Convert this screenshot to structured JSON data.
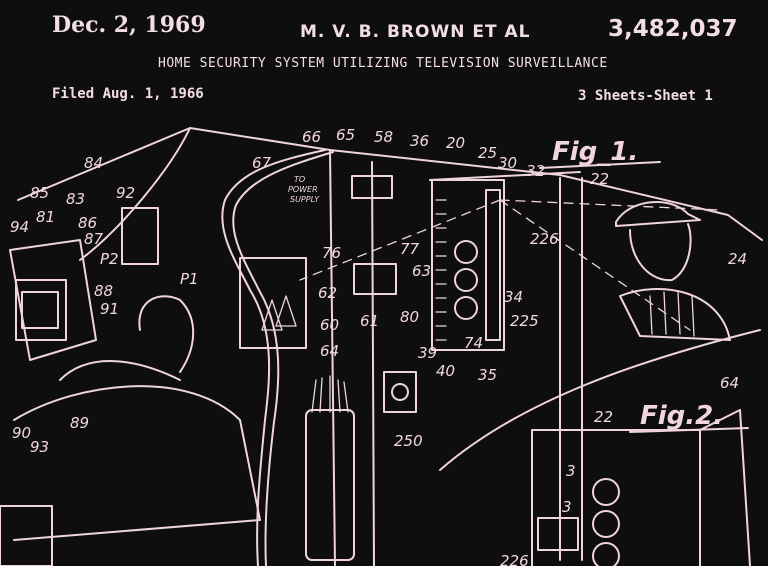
{
  "header": {
    "date": "Dec. 2, 1969",
    "inventor": "M. V. B. BROWN  ET AL",
    "patent_number": "3,482,037",
    "title": "HOME SECURITY SYSTEM UTILIZING TELEVISION SURVEILLANCE",
    "filed": "Filed Aug. 1, 1966",
    "sheet": "3 Sheets-Sheet 1"
  },
  "figures": {
    "fig1": "Fig_1.",
    "fig2": "Fig.2."
  },
  "annotations": {
    "power_supply_1": "TO",
    "power_supply_2": "POWER",
    "power_supply_3": "SUPPLY"
  },
  "reference_numerals": [
    "84",
    "66",
    "65",
    "58",
    "36",
    "20",
    "25",
    "30",
    "32",
    "22",
    "67",
    "85",
    "81",
    "83",
    "92",
    "94",
    "86",
    "87",
    "P2",
    "76",
    "77",
    "226",
    "24",
    "88",
    "91",
    "P1",
    "62",
    "63",
    "61",
    "80",
    "34",
    "225",
    "60",
    "64",
    "39",
    "74",
    "35",
    "40",
    "250",
    "90",
    "93",
    "89",
    "22",
    "64",
    "3",
    "3",
    "226"
  ],
  "colors": {
    "ink": "#efd3de",
    "background": "#0f0e0f"
  }
}
